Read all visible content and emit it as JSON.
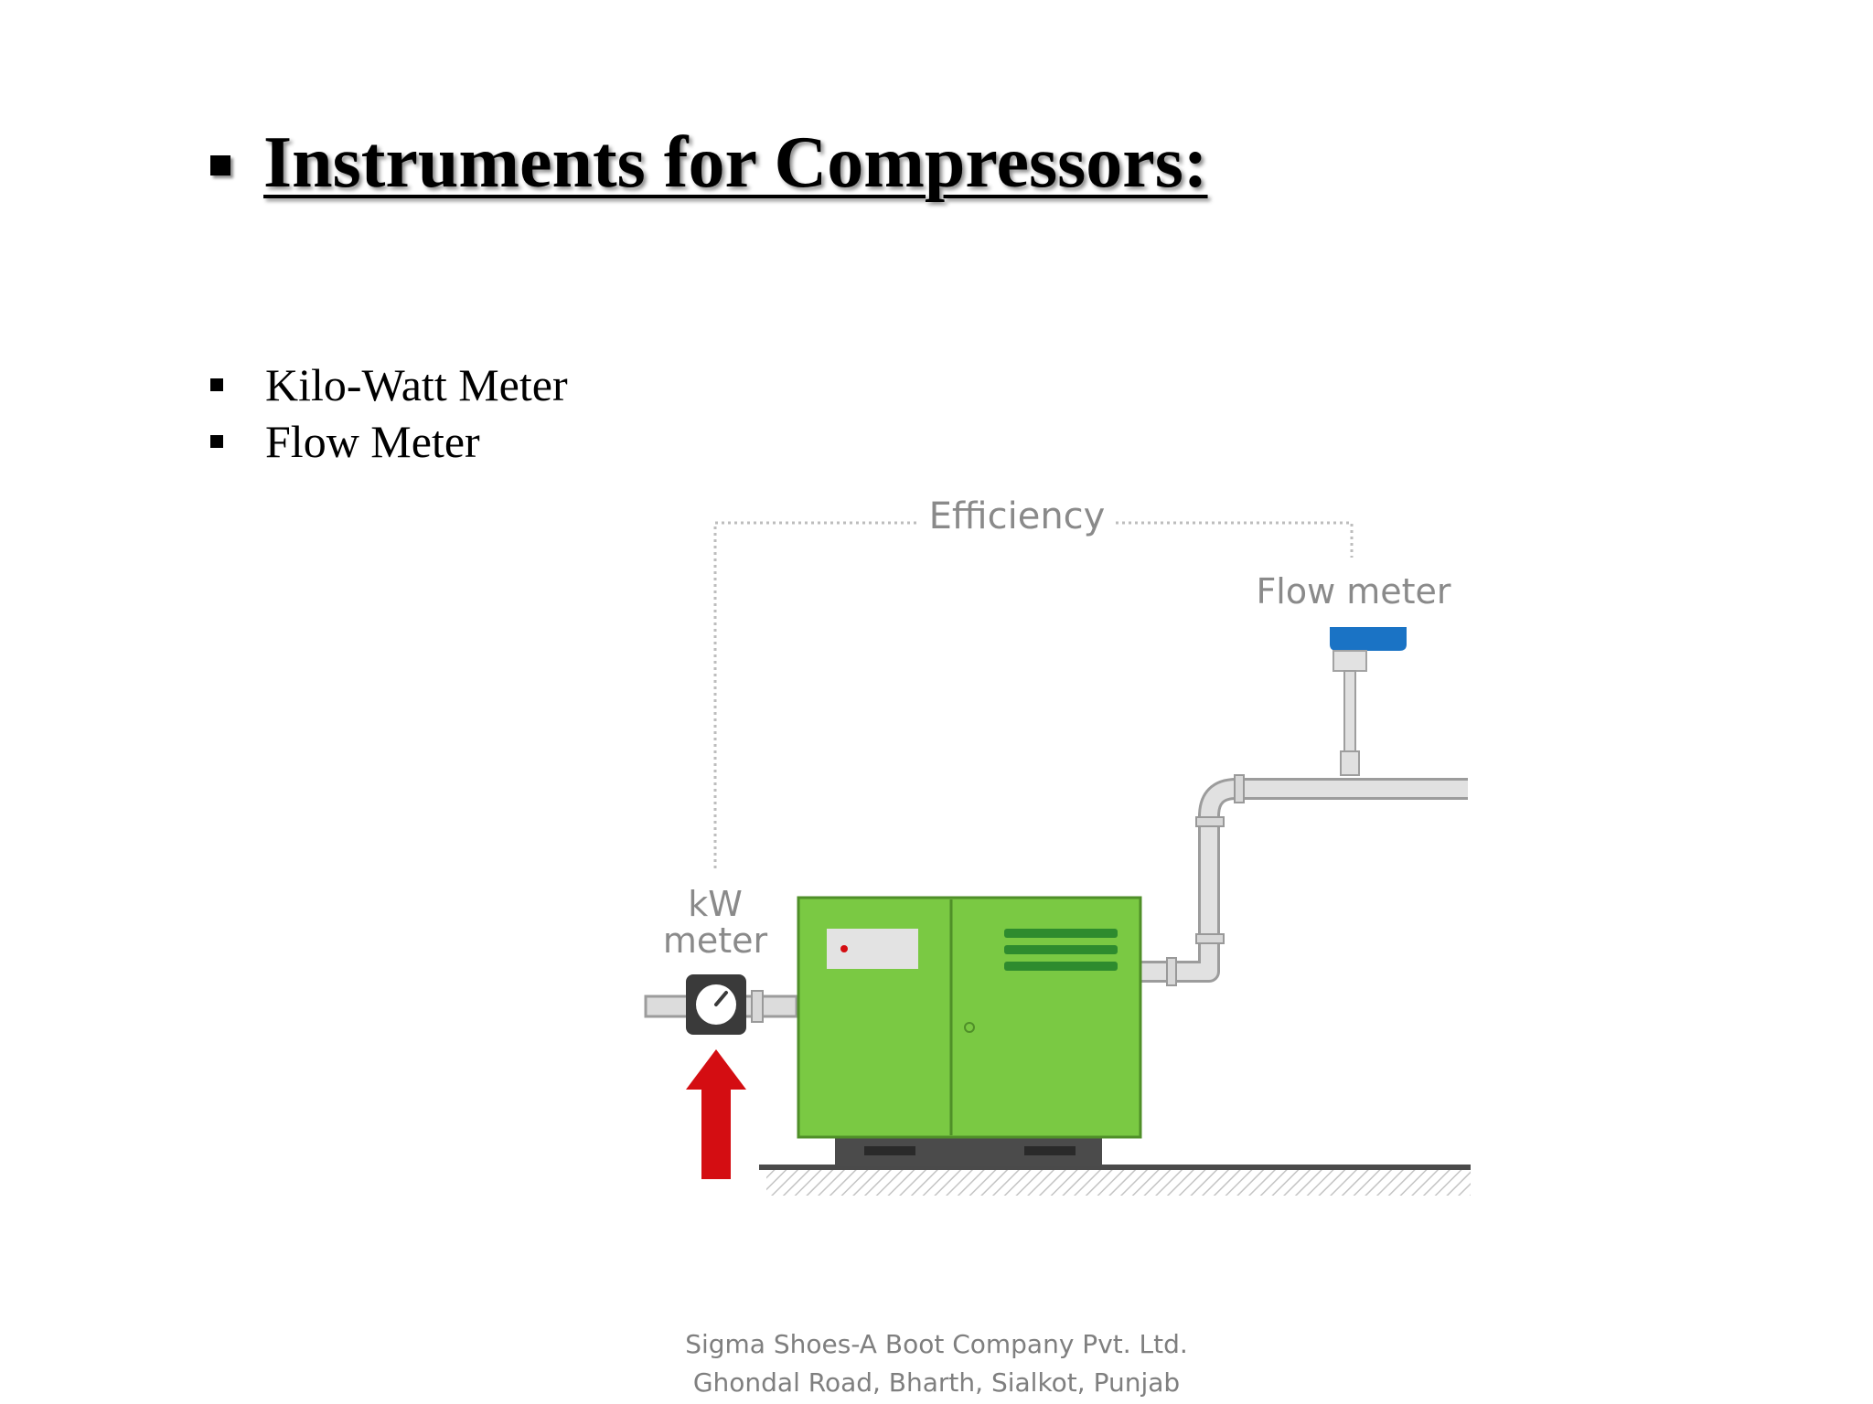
{
  "slide": {
    "title": "Instruments for Compressors:",
    "bullets": [
      "Kilo-Watt Meter",
      "Flow Meter"
    ]
  },
  "diagram": {
    "efficiency_label": "Efficiency",
    "flow_meter_label": "Flow meter",
    "kw_meter_label_line1": "kW",
    "kw_meter_label_line2": "meter"
  },
  "footer": {
    "line1": "Sigma Shoes-A Boot Company Pvt. Ltd.",
    "line2": "Ghondal Road, Bharth, Sialkot, Punjab"
  },
  "colors": {
    "compressor_green": "#7ac943",
    "compressor_dark_green": "#2e8b2e",
    "flow_meter_blue": "#1a73c5",
    "inlet_arrow_red": "#d40d12",
    "pipe_gray": "#d4d4d4"
  }
}
